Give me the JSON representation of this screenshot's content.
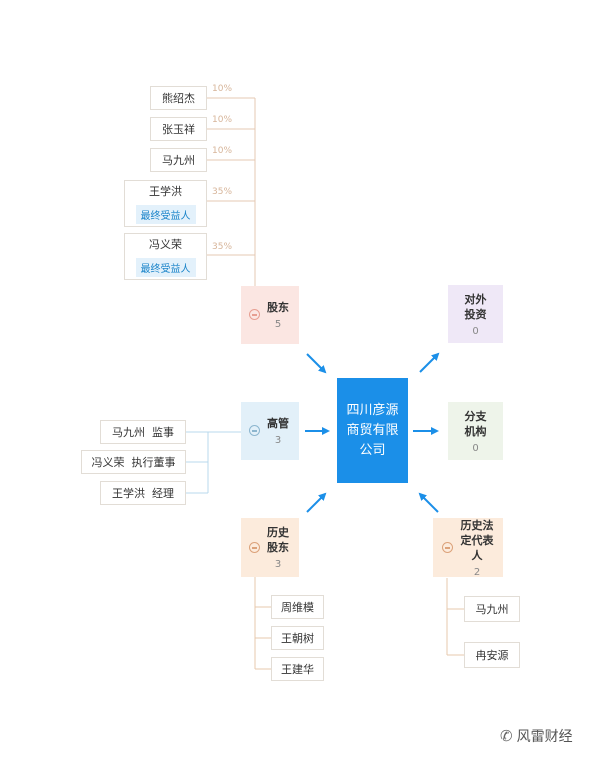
{
  "shareholders": {
    "label": "股东",
    "count": "5",
    "items": [
      {
        "name": "熊绍杰",
        "pct": "10%",
        "tag": ""
      },
      {
        "name": "张玉祥",
        "pct": "10%",
        "tag": ""
      },
      {
        "name": "马九州",
        "pct": "10%",
        "tag": ""
      },
      {
        "name": "王学洪",
        "pct": "35%",
        "tag": "最终受益人"
      },
      {
        "name": "冯义荣",
        "pct": "35%",
        "tag": "最终受益人"
      }
    ]
  },
  "executives": {
    "label": "高管",
    "count": "3",
    "items": [
      {
        "name": "马九州",
        "role": "监事"
      },
      {
        "name": "冯义荣",
        "role": "执行董事"
      },
      {
        "name": "王学洪",
        "role": "经理"
      }
    ]
  },
  "history_shareholders": {
    "label": "历史股东",
    "count": "3",
    "items": [
      "周维模",
      "王朝树",
      "王建华"
    ]
  },
  "history_legal_rep": {
    "label": "历史法定代表人",
    "count": "2",
    "items": [
      "马九州",
      "冉安源"
    ]
  },
  "investments": {
    "label": "对外投资",
    "count": "0"
  },
  "branches": {
    "label": "分支机构",
    "count": "0"
  },
  "company": {
    "name": "四川彦源商贸有限公司"
  },
  "watermark": {
    "text": "风雷财经"
  },
  "colors": {
    "center": "#1b8fe8",
    "arrow": "#1b8fe8",
    "shareholders": "#fbe6e2",
    "executives": "#e2f0f9",
    "history": "#fcebdc",
    "investments": "#efe8f7",
    "branches": "#eef4ea"
  }
}
